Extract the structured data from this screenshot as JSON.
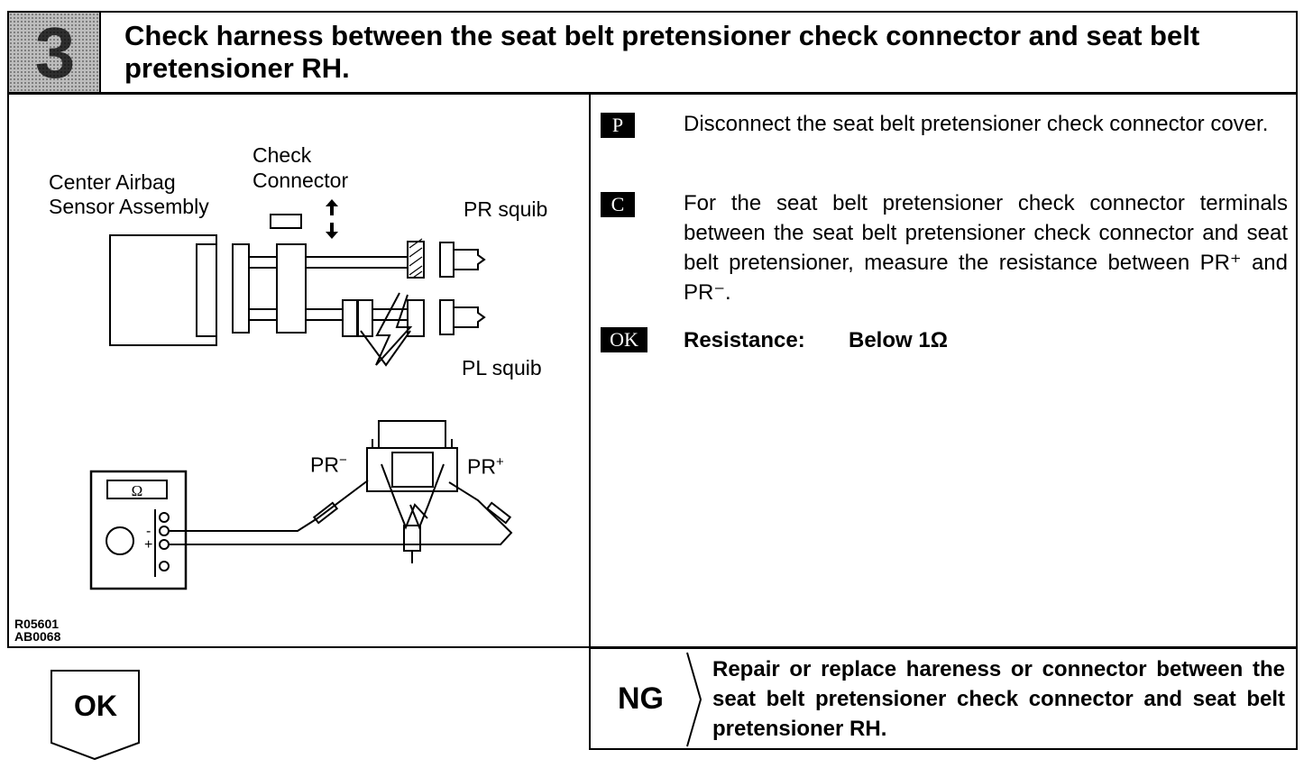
{
  "header": {
    "step_number": "3",
    "title": "Check harness between the seat belt pretensioner check connector and seat belt pretensioner RH."
  },
  "diagram": {
    "label_check_connector": [
      "Check",
      "Connector"
    ],
    "label_center_airbag": [
      "Center Airbag",
      "Sensor Assembly"
    ],
    "label_pr_squib": "PR squib",
    "label_pl_squib": "PL squib",
    "label_pr_minus": "PR",
    "label_pr_plus": "PR",
    "label_minus": "−",
    "label_plus": "+",
    "ohm_symbol": "Ω",
    "meter_minus": "-",
    "meter_plus": "+",
    "codes": [
      "R05601",
      "AB0068"
    ]
  },
  "steps": [
    {
      "badge": "P",
      "text": "Disconnect the seat belt pretensioner check connector cover."
    },
    {
      "badge": "C",
      "text": "For the seat belt pretensioner check connector terminals between the seat belt pretensioner check connector and seat belt pretensioner, measure the resistance between PR⁺ and PR⁻."
    },
    {
      "badge": "OK",
      "label": "Resistance:",
      "value": "Below 1Ω"
    }
  ],
  "ok_result": "OK",
  "ng_result": {
    "label": "NG",
    "text": "Repair or replace hareness or connector between the seat belt pretensioner check connector and seat belt pretensioner RH."
  }
}
